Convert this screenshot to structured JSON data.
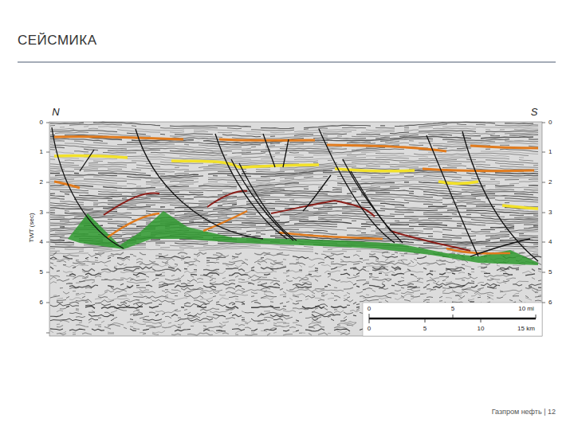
{
  "diagram": {
    "title": "СЕЙСМИКА",
    "labels": [
      "N",
      "S",
      "0",
      "1",
      "2",
      "3",
      "4",
      "5",
      "6",
      "0",
      "1",
      "2",
      "3",
      "4",
      "5",
      "6",
      "TWT (sec)",
      "0",
      "5",
      "10 mi",
      "0",
      "5",
      "10",
      "15 km",
      "Газпром нефть | 12"
    ]
  }
}
